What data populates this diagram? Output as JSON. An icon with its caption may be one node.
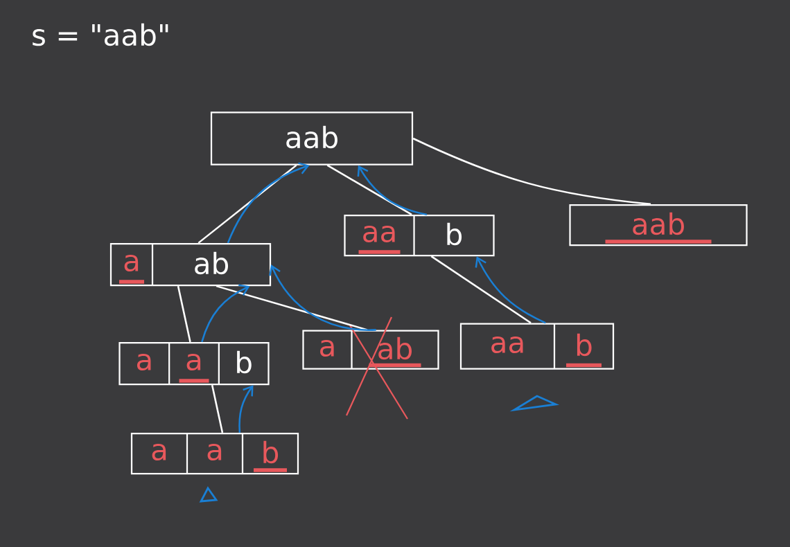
{
  "diagram": {
    "nodes": [
      {
        "text": [
          "aab"
        ]
      },
      {
        "text": [
          "a",
          "ab"
        ]
      },
      {
        "text": [
          "aa",
          "b"
        ]
      },
      {
        "text": [
          "aab"
        ]
      },
      {
        "text": [
          "a",
          "a",
          "b"
        ]
      },
      {
        "text": [
          "a",
          "ab"
        ]
      },
      {
        "text": [
          "aa",
          "b"
        ]
      },
      {
        "text": [
          "a",
          "a",
          "b"
        ]
      }
    ],
    "edges": [
      {
        "from": 0,
        "to": 1,
        "arrow": "none"
      },
      {
        "from": 0,
        "to": 2,
        "arrow": "none"
      },
      {
        "from": 0,
        "to": 3,
        "arrow": "none"
      },
      {
        "from": 1,
        "to": 4,
        "arrow": "none"
      },
      {
        "from": 1,
        "to": 5,
        "arrow": "none"
      },
      {
        "from": 2,
        "to": 6,
        "arrow": "none"
      },
      {
        "from": 4,
        "to": 7,
        "arrow": "none"
      },
      {
        "from": 1,
        "to": 0,
        "arrow": "to",
        "color": "#1a7fd4"
      },
      {
        "from": 2,
        "to": 0,
        "arrow": "to",
        "color": "#1a7fd4"
      },
      {
        "from": 4,
        "to": 1,
        "arrow": "to",
        "color": "#1a7fd4"
      },
      {
        "from": 5,
        "to": 1,
        "arrow": "to",
        "color": "#1a7fd4"
      },
      {
        "from": 6,
        "to": 2,
        "arrow": "to",
        "color": "#1a7fd4"
      },
      {
        "from": 7,
        "to": 4,
        "arrow": "to",
        "color": "#1a7fd4"
      }
    ],
    "labels": [
      "s = \"aab\""
    ]
  }
}
